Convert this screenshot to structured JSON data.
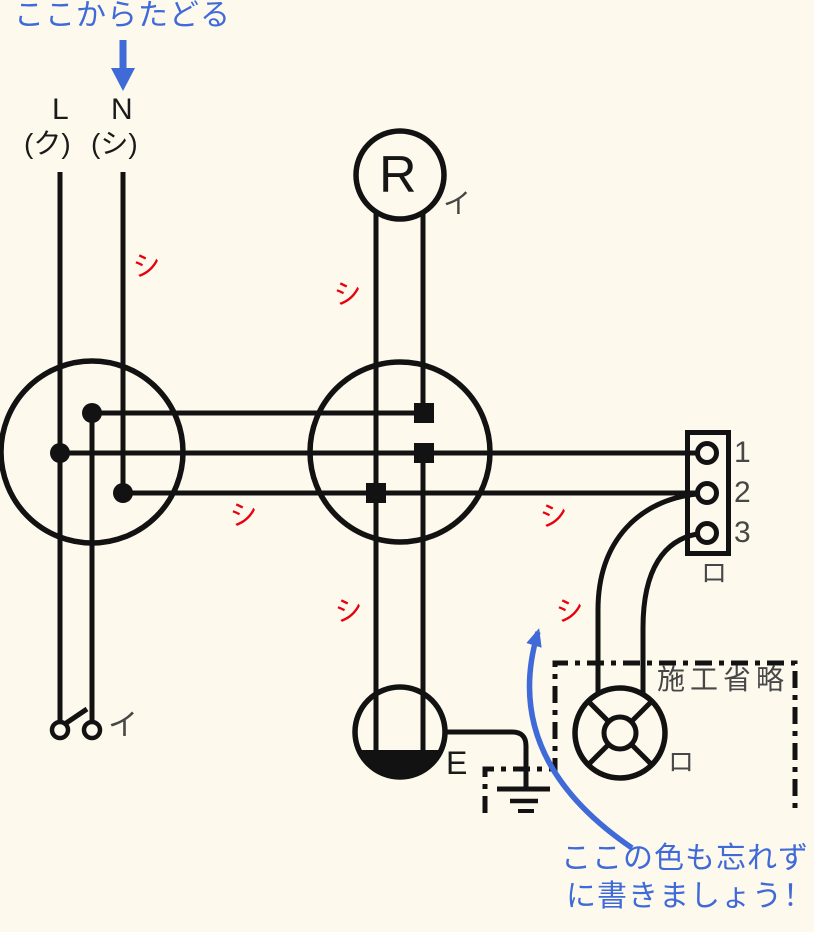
{
  "annotations": {
    "trace_start": "ここからたどる",
    "color_note_line1": "ここの色も忘れず",
    "color_note_line2": "に書きましょう！"
  },
  "power_source": {
    "live": "L",
    "live_color": "(ク)",
    "neutral": "N",
    "neutral_color": "(シ)"
  },
  "labels": {
    "lamp_symbol": "R",
    "lamp_circuit": "イ",
    "switch_circuit": "イ",
    "earth": "E",
    "terminal_pins": [
      "1",
      "2",
      "3"
    ],
    "terminal_circuit": "ロ",
    "rosette_circuit": "ロ",
    "omitted": "施工省略"
  },
  "wire_color_marks": [
    "シ",
    "シ",
    "シ",
    "シ",
    "シ",
    "シ"
  ],
  "colors": {
    "background": "#FDF9EC",
    "line_black": "#121212",
    "accent_blue": "#3F6AD8",
    "wire_mark_red": "#E8000F",
    "label_gray": "#474747"
  }
}
